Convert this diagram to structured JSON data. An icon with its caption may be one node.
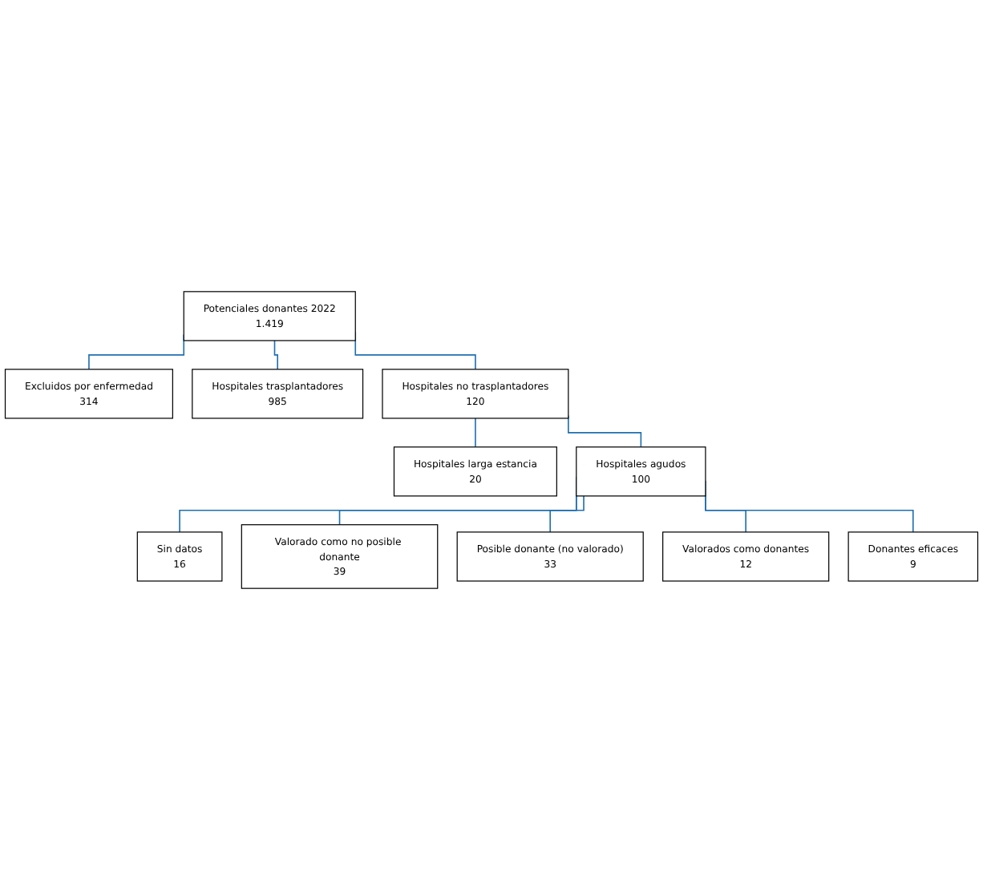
{
  "diagram": {
    "nodes": [
      {
        "text": [
          "Potenciales donantes 2022",
          "1.419"
        ]
      },
      {
        "text": [
          "Excluidos por enfermedad",
          "314"
        ]
      },
      {
        "text": [
          "Hospitales trasplantadores",
          "985"
        ]
      },
      {
        "text": [
          "Hospitales no trasplantadores",
          "120"
        ]
      },
      {
        "text": [
          "Hospitales larga estancia",
          "20"
        ]
      },
      {
        "text": [
          "Hospitales agudos",
          "100"
        ]
      },
      {
        "text": [
          "Sin datos",
          "16"
        ]
      },
      {
        "text": [
          "Valorado como no posible donante",
          "39"
        ]
      },
      {
        "text": [
          "Posible donante (no valorado)",
          "33"
        ]
      },
      {
        "text": [
          "Valorados como donantes",
          "12"
        ]
      },
      {
        "text": [
          "Donantes eficaces",
          "9"
        ]
      }
    ],
    "edges": [
      {
        "from": 0,
        "to": 1,
        "arrow": "none"
      },
      {
        "from": 0,
        "to": 2,
        "arrow": "none"
      },
      {
        "from": 0,
        "to": 3,
        "arrow": "none"
      },
      {
        "from": 3,
        "to": 4,
        "arrow": "none"
      },
      {
        "from": 3,
        "to": 5,
        "arrow": "none"
      },
      {
        "from": 5,
        "to": 6,
        "arrow": "none"
      },
      {
        "from": 5,
        "to": 7,
        "arrow": "none"
      },
      {
        "from": 5,
        "to": 8,
        "arrow": "none"
      },
      {
        "from": 5,
        "to": 9,
        "arrow": "none"
      },
      {
        "from": 5,
        "to": 10,
        "arrow": "none"
      }
    ]
  }
}
